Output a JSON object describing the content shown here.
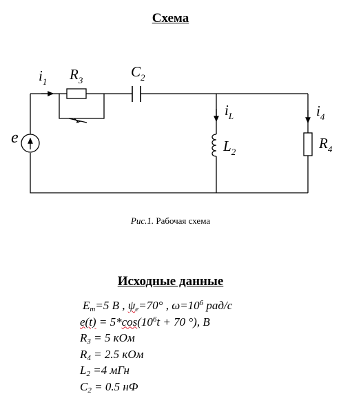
{
  "title": "Схема",
  "circuit": {
    "source": "e",
    "i1": "i",
    "i1_sub": "1",
    "r3": "R",
    "r3_sub": "3",
    "c2": "C",
    "c2_sub": "2",
    "il": "i",
    "il_sub": "L",
    "l2": "L",
    "l2_sub": "2",
    "i4": "i",
    "i4_sub": "4",
    "r4": "R",
    "r4_sub": "4"
  },
  "caption": {
    "label": "Рис.1.",
    "text": " Рабочая схема"
  },
  "data_heading": "Исходные данные",
  "data": {
    "line1": {
      "em": "E",
      "em_sub": "m",
      "em_val": "=5 В",
      "comma": " , ",
      "psi": "ψ",
      "psi_sub": "e",
      "psi_val": "=70°",
      "omega": " , ω=10",
      "omega_exp": "6",
      "omega_unit": " рад/с"
    },
    "line2": {
      "a": "e(t)",
      "b": " = 5*",
      "cos": "cos",
      "c": "(10",
      "exp": "6",
      "d": "t + 70 °), В"
    },
    "line3": {
      "sym": "R",
      "sub": "3",
      "val": " = 5 кОм"
    },
    "line4": {
      "sym": "R",
      "sub": "4",
      "val": " = 2.5 кОм"
    },
    "line5": {
      "sym": "L",
      "sub": "2",
      "val": " =4 мГн"
    },
    "line6": {
      "sym": "C",
      "sub": "2",
      "val": " = 0.5 нФ"
    }
  }
}
